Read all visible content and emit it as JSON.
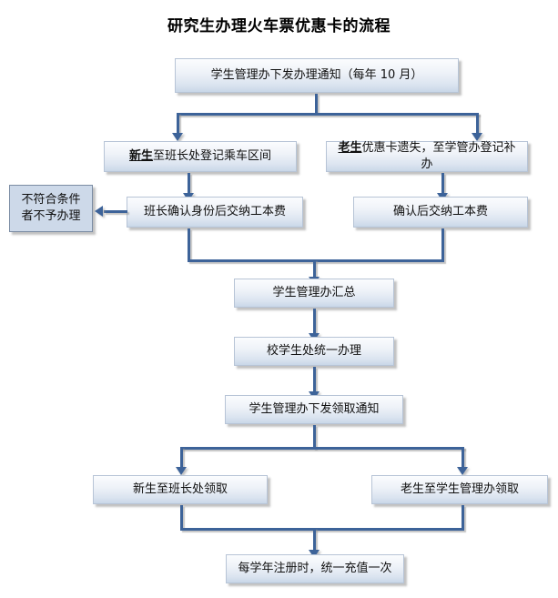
{
  "page": {
    "title": "研究生办理火车票优惠卡的流程",
    "accent_color": "#3d6399",
    "box_fill_top": "#fbfcfe",
    "box_fill_bottom": "#c9d7e8",
    "box_border": "#b7c4d6",
    "flat_box_fill": "#cdd9e9",
    "flat_box_border": "#7b8ca3"
  },
  "nodes": {
    "notice": "学生管理办下发办理通知（每年 10 月）",
    "new_student_prefix": "新生",
    "new_student_rest": "至班长处登记乘车区间",
    "old_student_prefix": "老生",
    "old_student_rest": "优惠卡遗失，至学管办登记补办",
    "reject_line1": "不符合条件",
    "reject_line2": "者不予办理",
    "monitor_confirm": "班长确认身份后交纳工本费",
    "confirm_fee": "确认后交纳工本费",
    "office_collect": "学生管理办汇总",
    "school_process": "校学生处统一办理",
    "pickup_notice": "学生管理办下发领取通知",
    "new_pickup": "新生至班长处领取",
    "old_pickup": "老生至学生管理办领取",
    "recharge": "每学年注册时，统一充值一次"
  }
}
